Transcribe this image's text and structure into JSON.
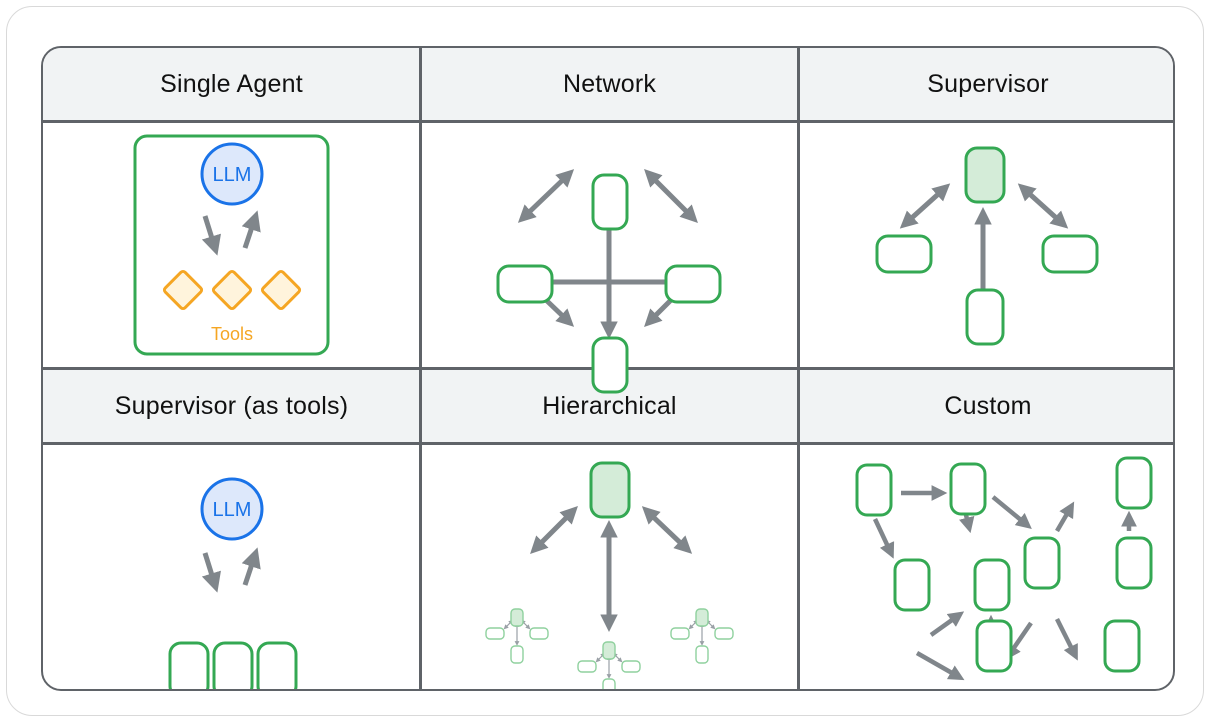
{
  "colors": {
    "border": "#5f6368",
    "header_bg": "#f1f3f4",
    "node_green": "#34a853",
    "node_green_fill": "#d4ecd8",
    "arrow_gray": "#80868b",
    "llm_blue": "#1a73e8",
    "llm_fill": "#dde8fb",
    "tools_orange": "#f5a623",
    "tools_fill": "#fff4dc"
  },
  "panels": [
    {
      "title": "Single Agent"
    },
    {
      "title": "Network"
    },
    {
      "title": "Supervisor"
    },
    {
      "title": "Supervisor (as tools)"
    },
    {
      "title": "Hierarchical"
    },
    {
      "title": "Custom"
    }
  ],
  "single_agent": {
    "llm_label": "LLM",
    "tools_label": "Tools"
  },
  "supervisor_tools": {
    "llm_label": "LLM"
  }
}
